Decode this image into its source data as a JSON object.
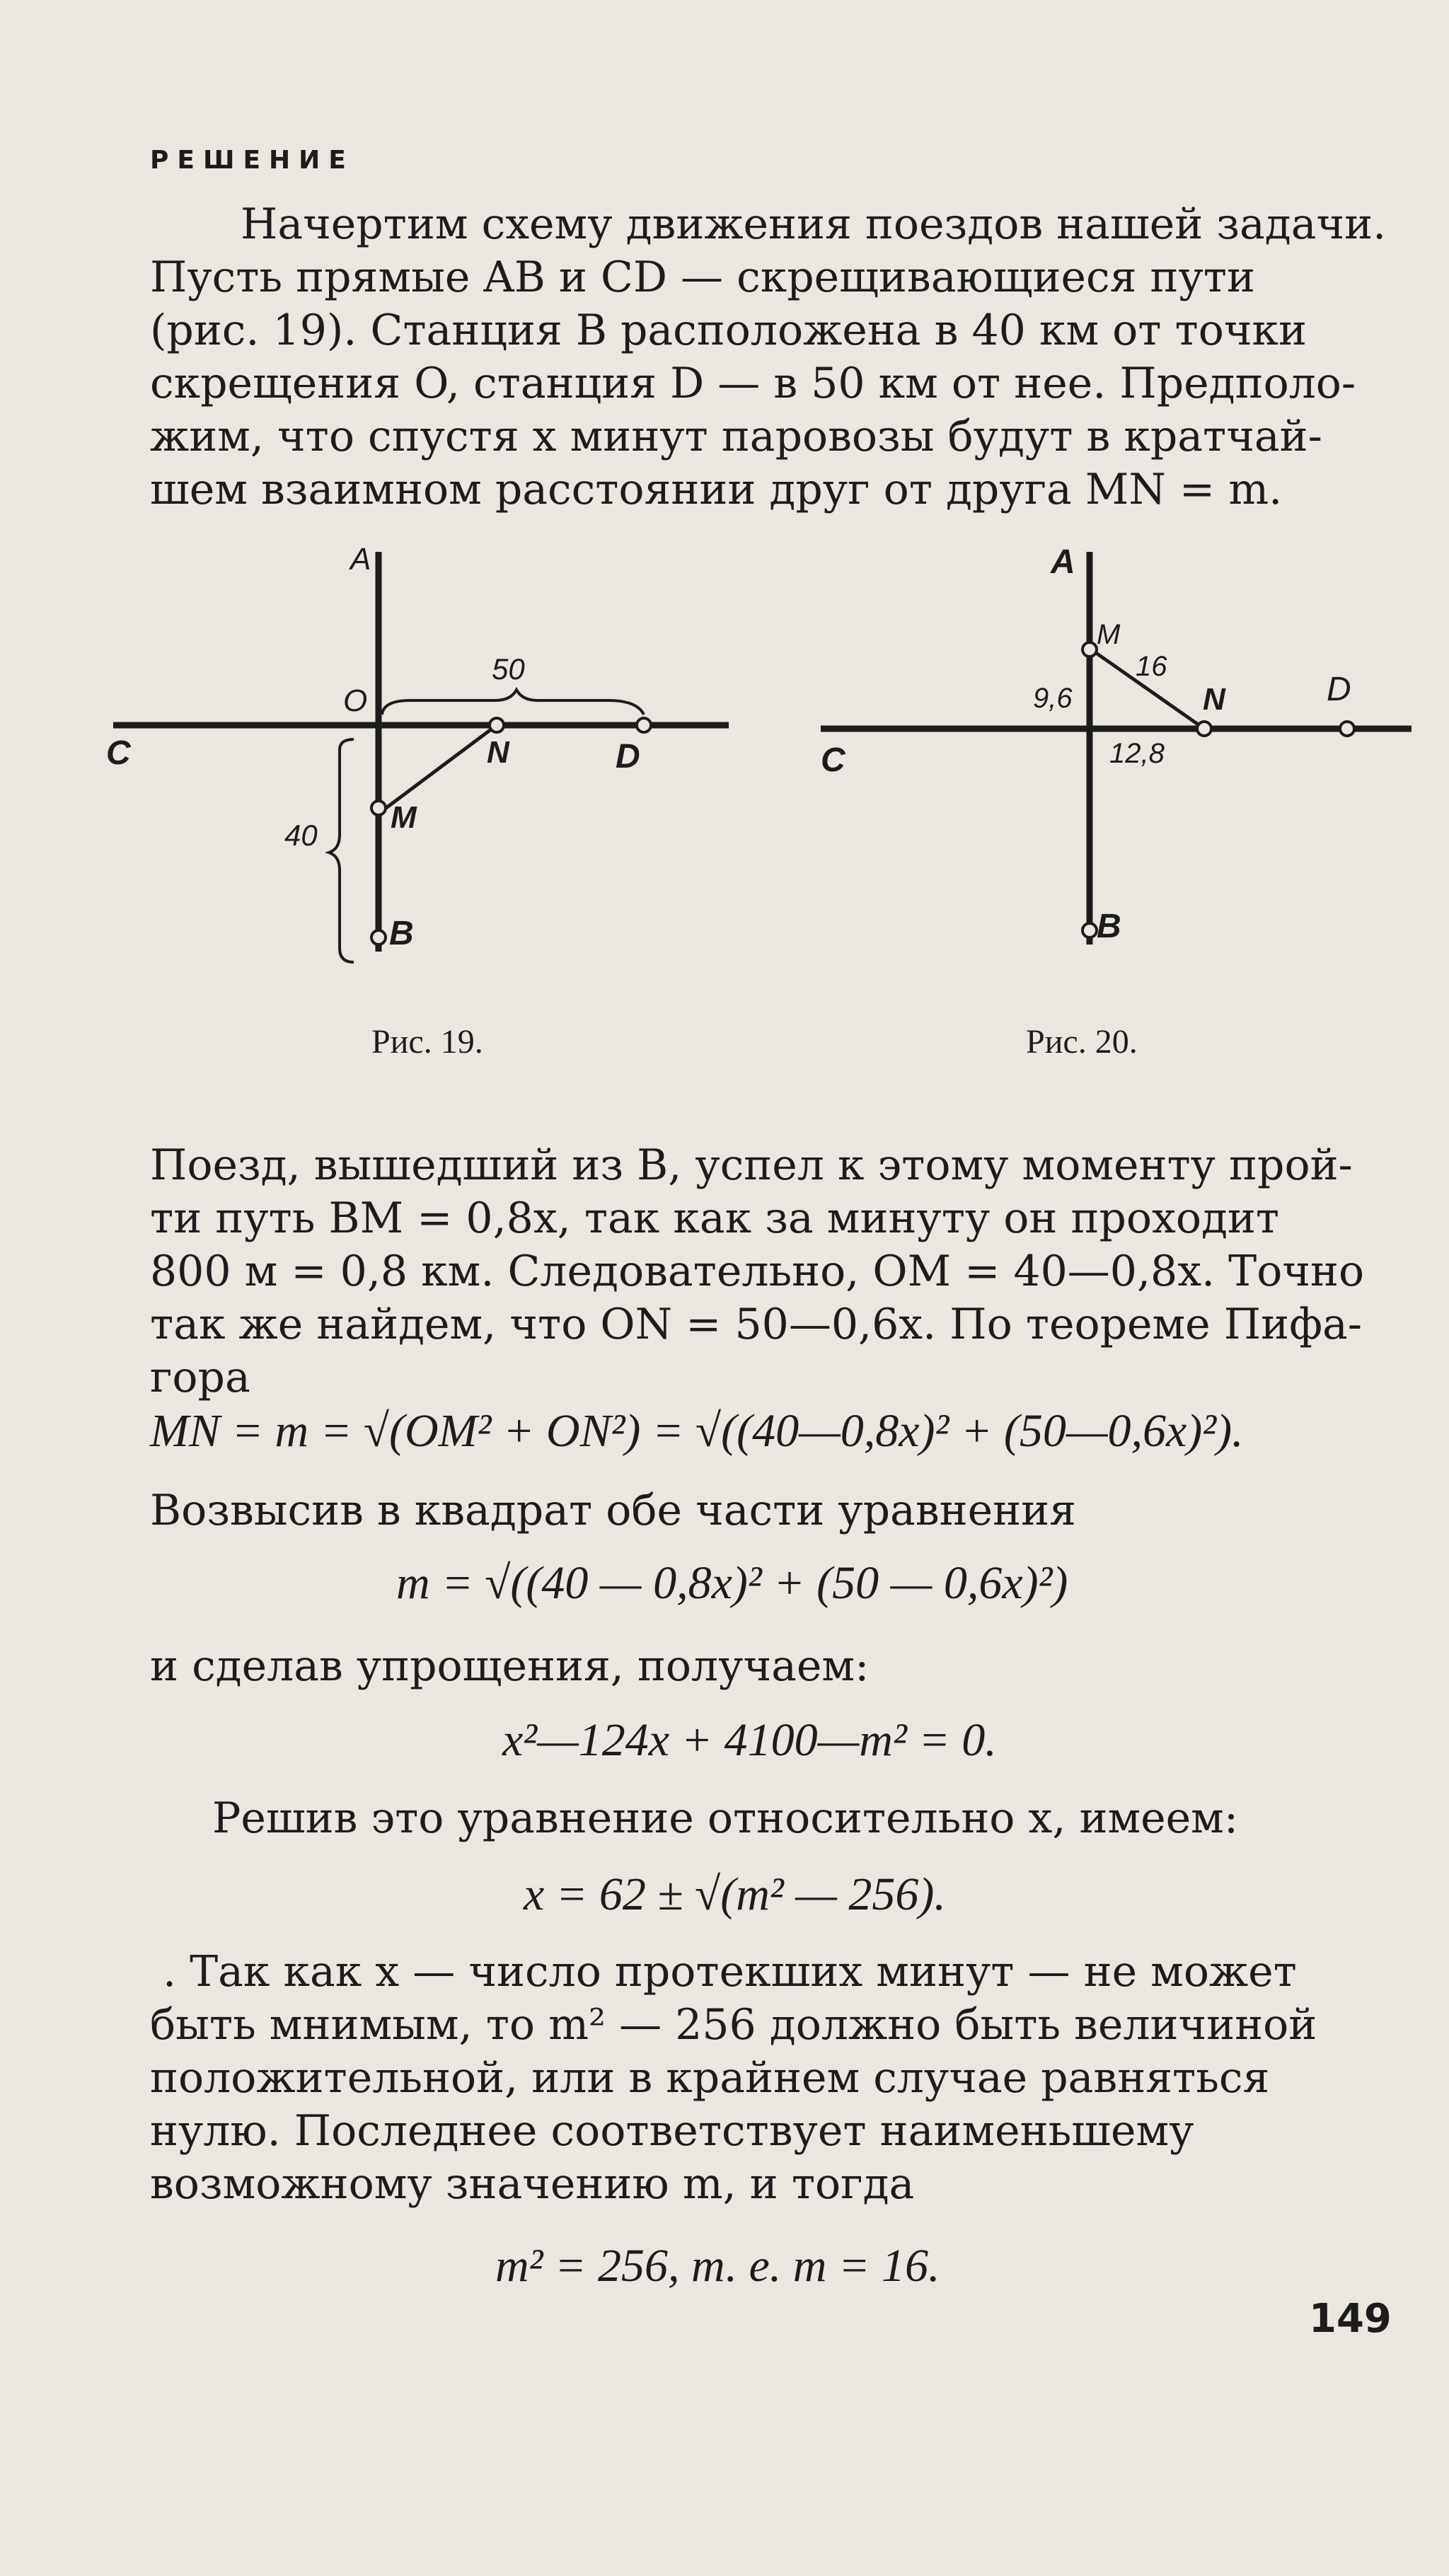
{
  "heading": "РЕШЕНИЕ",
  "paragraph1": [
    "Начертим схему движения поездов нашей задачи.",
    "Пусть прямые AB и CD — скрещивающиеся пути",
    "(рис. 19). Станция B расположена в 40 км от точки",
    "скрещения O, станция D — в 50 км от нее. Предполо-",
    "жим, что спустя x минут паровозы будут в кратчай-",
    "шем взаимном расстоянии друг от друга MN = m."
  ],
  "figure19": {
    "labels": {
      "A": "A",
      "O": "O",
      "C": "C",
      "N": "N",
      "D": "D",
      "M": "M",
      "B": "B",
      "dim_od": "50",
      "dim_ob": "40"
    },
    "caption": "Рис. 19."
  },
  "figure20": {
    "labels": {
      "A": "A",
      "M": "M",
      "mn": "16",
      "om": "9,6",
      "N": "N",
      "D": "D",
      "C": "C",
      "on": "12,8",
      "B": "B"
    },
    "caption": "Рис. 20."
  },
  "paragraph2": [
    "Поезд, вышедший из B, успел к этому моменту прой-",
    "ти путь BM = 0,8x, так как за минуту он проходит",
    "800 м = 0,8 км. Следовательно, OM = 40—0,8x. Точно",
    "так же найдем, что ON = 50—0,6x. По теореме Пифа-",
    "гора"
  ],
  "equation1": "MN = m = √(OM² + ON²) = √((40—0,8x)² + (50—0,6x)²).",
  "line_square": "Возвысив в квадрат обе части уравнения",
  "equation2": "m = √((40 — 0,8x)² + (50 — 0,6x)²)",
  "line_simplify": "и сделав упрощения, получаем:",
  "equation3": "x²—124x + 4100—m² = 0.",
  "line_solve": "Решив это уравнение относительно x, имеем:",
  "equation4": "x = 62 ± √(m² — 256).",
  "paragraph3": [
    ". Так как x — число протекших минут — не может",
    "быть мнимым, то m² — 256 должно быть величиной",
    "положительной, или в крайнем случае равняться",
    "нулю. Последнее соответствует наименьшему",
    "возможному значению m, и тогда"
  ],
  "equation5": "m² = 256, т. е. m = 16.",
  "page_number": "149"
}
